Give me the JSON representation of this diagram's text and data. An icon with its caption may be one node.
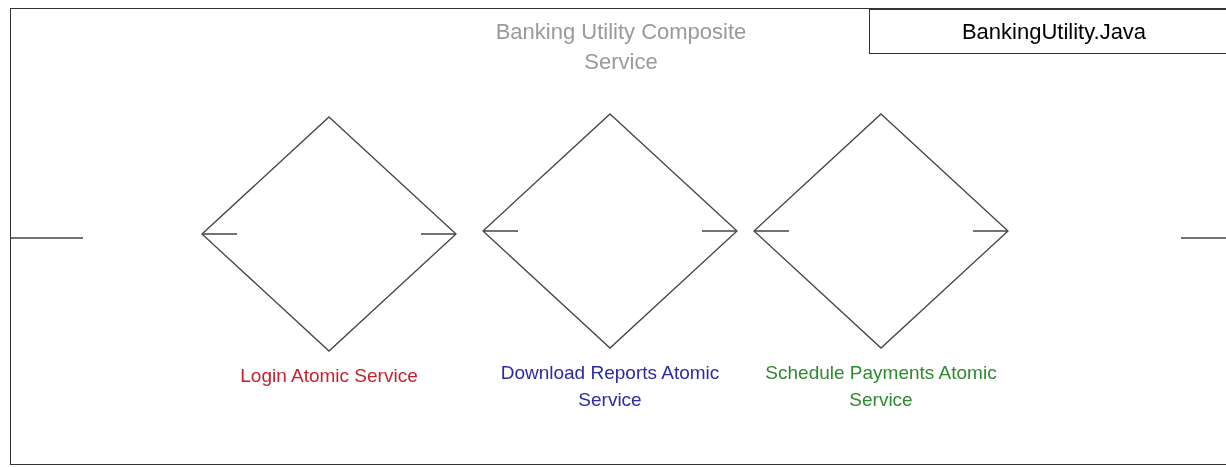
{
  "diagram": {
    "nodes": [
      {
        "text": [
          "Banking Utility Composite Service"
        ]
      },
      {
        "text": [
          "BankingUtility.Java"
        ],
        "in": 0
      },
      {
        "text": [],
        "shape": "diamond",
        "in": 0,
        "beside": [
          "Login Atomic Service"
        ]
      },
      {
        "text": [],
        "shape": "diamond",
        "in": 0,
        "beside": [
          "Download Reports Atomic Service"
        ]
      },
      {
        "text": [],
        "shape": "diamond",
        "in": 0,
        "beside": [
          "Schedule Payments Atomic Service"
        ]
      }
    ],
    "edges": []
  }
}
